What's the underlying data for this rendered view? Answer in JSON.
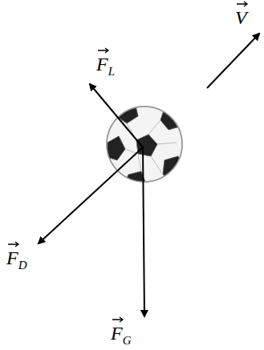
{
  "diagram": {
    "labels": [
      "FL",
      "FD",
      "FG",
      "V"
    ]
  }
}
